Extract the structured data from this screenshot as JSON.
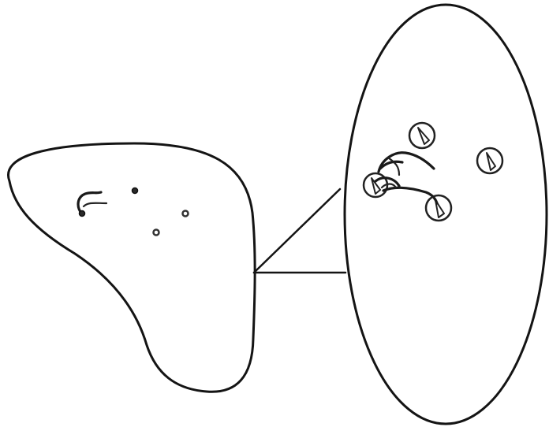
{
  "diagram": {
    "kind": "magnified-inset",
    "overview": {
      "shape": "kidney-outline",
      "markers": [
        "squiggle",
        "solid-dot",
        "ring-dot",
        "ring-dot"
      ]
    },
    "inset": {
      "shape": "ellipse-outline",
      "markers": [
        "squiggle-cluster",
        "disc",
        "disc",
        "disc",
        "disc"
      ]
    },
    "connector": "two-leader-lines"
  },
  "colors": {
    "ink": "#141414",
    "background": "#ffffff"
  }
}
